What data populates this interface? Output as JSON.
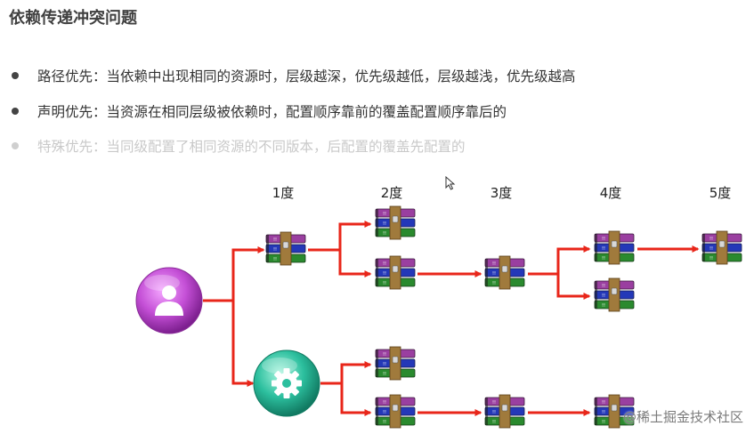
{
  "title": "依赖传递冲突问题",
  "bullets": [
    {
      "text": "路径优先：当依赖中出现相同的资源时，层级越深，优先级越低，层级越浅，优先级越高",
      "dimmed": false
    },
    {
      "text": "声明优先：当资源在相同层级被依赖时，配置顺序靠前的覆盖配置顺序靠后的",
      "dimmed": false
    },
    {
      "text": "特殊优先：当同级配置了相同资源的不同版本，后配置的覆盖先配置的",
      "dimmed": true
    }
  ],
  "levels": [
    "1度",
    "2度",
    "3度",
    "4度",
    "5度"
  ],
  "icons": {
    "project": "user-icon",
    "module": "gear-icon",
    "dependency": "archive-books-icon"
  },
  "colors": {
    "arrow": "#e8261a",
    "project_circle": "#b23cc4",
    "module_circle": "#1fa88c"
  },
  "watermark": "@稀土掘金技术社区"
}
